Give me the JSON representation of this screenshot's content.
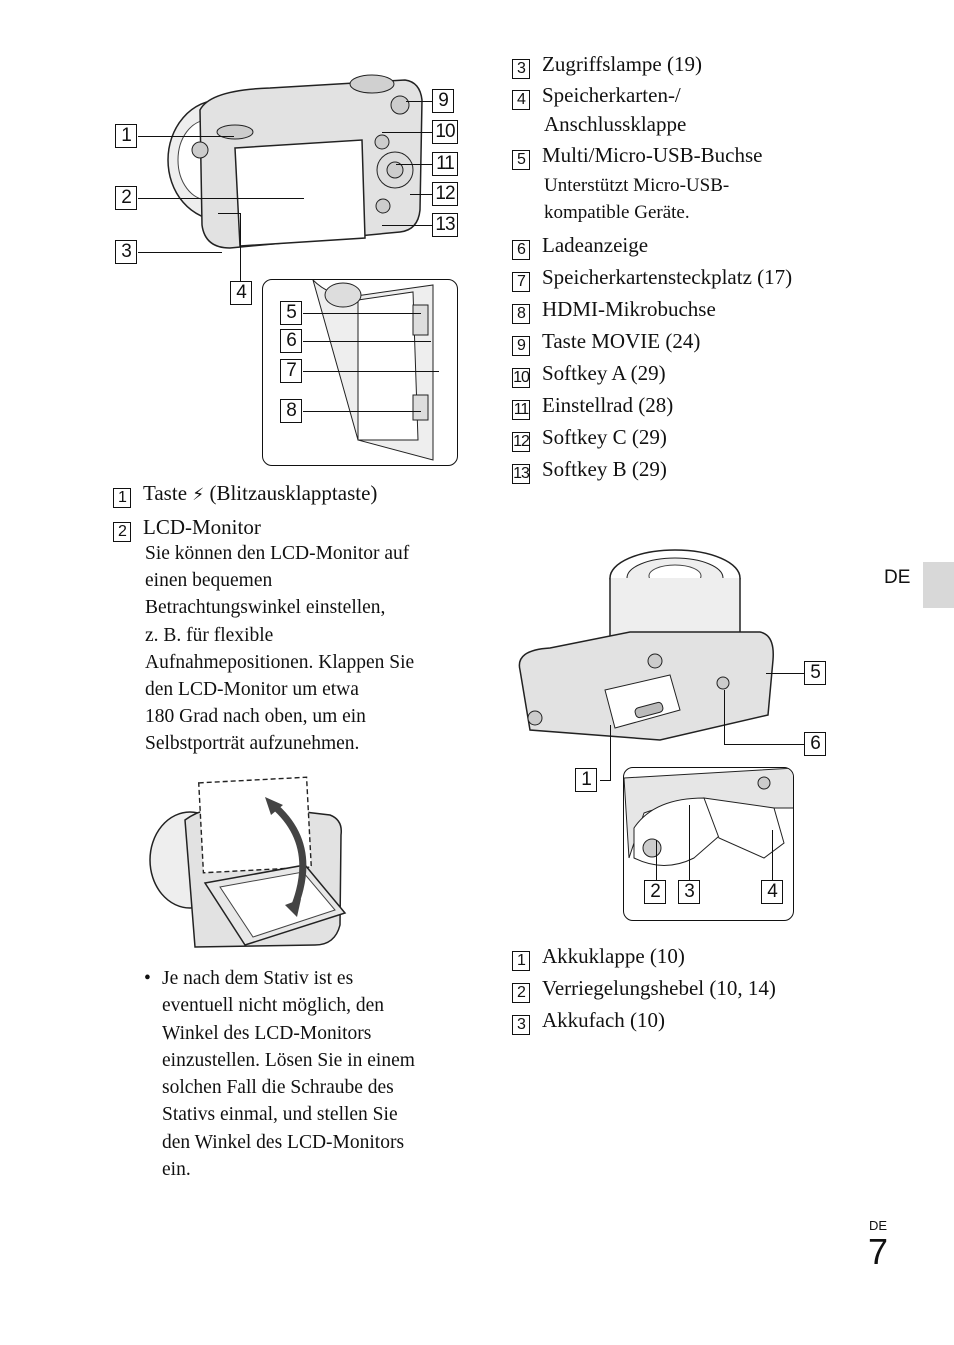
{
  "right_list_top": [
    {
      "num": "3",
      "text": "Zugriffslampe (19)"
    },
    {
      "num": "4",
      "text": "Speicherkarten-/"
    },
    {
      "num": "",
      "text": "Anschlussklappe"
    },
    {
      "num": "5",
      "text": "Multi/Micro-USB-Buchse"
    },
    {
      "num": "6",
      "text": "Ladeanzeige"
    },
    {
      "num": "7",
      "text": "Speicherkartensteckplatz (17)"
    },
    {
      "num": "8",
      "text": "HDMI-Mikrobuchse"
    },
    {
      "num": "9",
      "text": "Taste MOVIE (24)"
    },
    {
      "num": "10",
      "text": "Softkey A (29)"
    },
    {
      "num": "11",
      "text": "Einstellrad (28)"
    },
    {
      "num": "12",
      "text": "Softkey C (29)"
    },
    {
      "num": "13",
      "text": "Softkey B (29)"
    }
  ],
  "usb_note": [
    "Unterstützt Micro-USB-",
    "kompatible Geräte."
  ],
  "left_list": [
    {
      "num": "1",
      "text_before": "Taste ",
      "icon": "⚡",
      "text_after": " (Blitzausklapptaste)"
    },
    {
      "num": "2",
      "text": "LCD-Monitor"
    }
  ],
  "lcd_desc": [
    "Sie können den LCD-Monitor auf",
    "einen bequemen",
    "Betrachtungswinkel einstellen,",
    "z. B. für flexible",
    "Aufnahmepositionen. Klappen Sie",
    "den LCD-Monitor um etwa",
    "180 Grad nach oben, um ein",
    "Selbstporträt aufzunehmen."
  ],
  "bullet_marker": "•",
  "bullet_lines": [
    "Je nach dem Stativ ist es",
    "eventuell nicht möglich, den",
    "Winkel des LCD-Monitors",
    "einzustellen. Lösen Sie in einem",
    "solchen Fall die Schraube des",
    "Stativs einmal, und stellen Sie",
    "den Winkel des LCD-Monitors",
    "ein."
  ],
  "bottom_list": [
    {
      "num": "1",
      "text": "Akkuklappe (10)"
    },
    {
      "num": "2",
      "text": "Verriegelungshebel (10, 14)"
    },
    {
      "num": "3",
      "text": "Akkufach (10)"
    }
  ],
  "back_callouts": [
    "1",
    "2",
    "3",
    "4",
    "5",
    "6",
    "7",
    "8",
    "9",
    "10",
    "11",
    "12",
    "13"
  ],
  "bottom_callouts": [
    "5",
    "6",
    "1",
    "2",
    "3",
    "4"
  ],
  "side_tab": "DE",
  "page": {
    "code": "DE",
    "number": "7"
  }
}
